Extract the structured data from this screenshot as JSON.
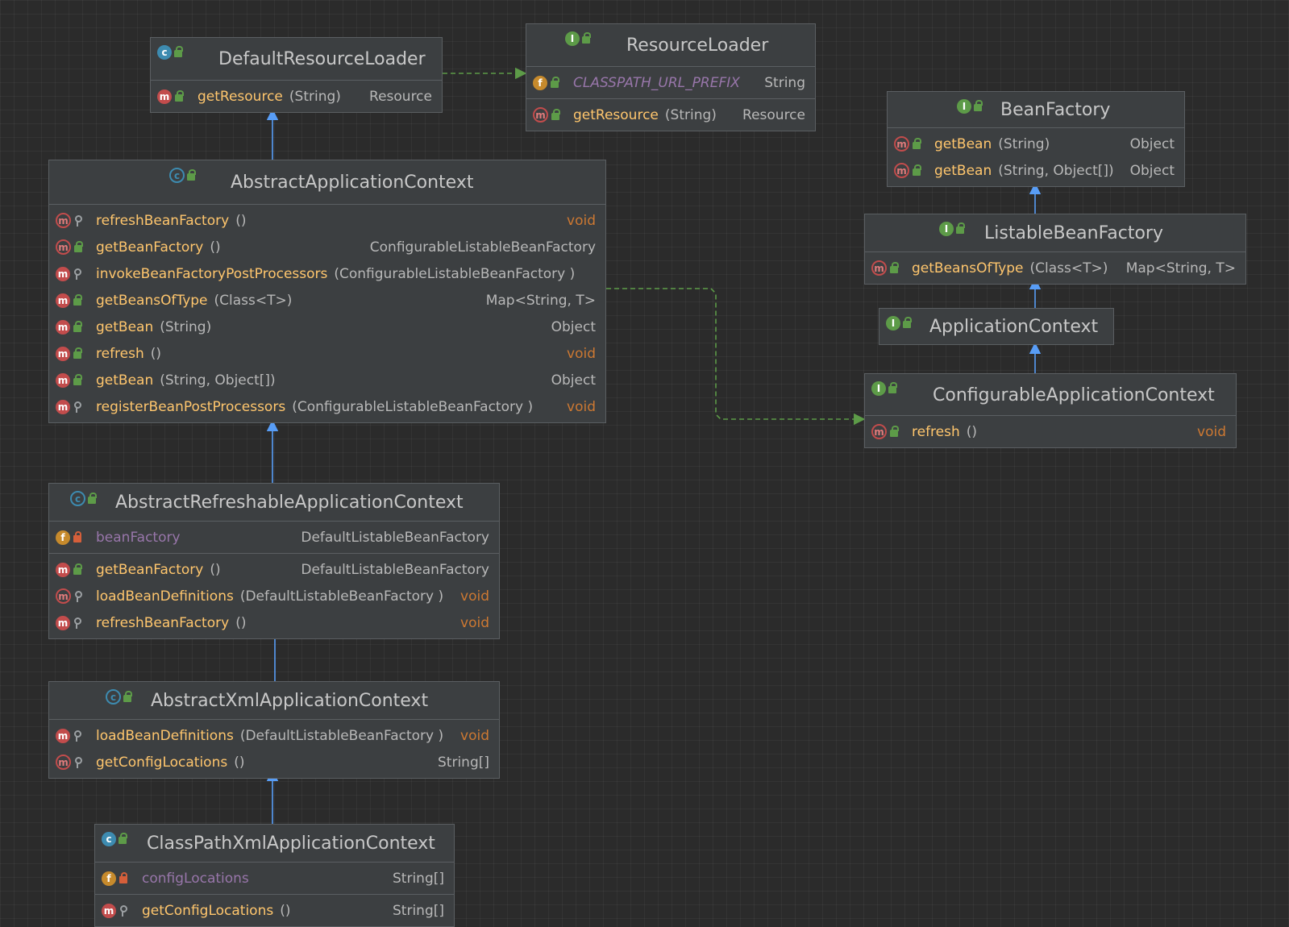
{
  "colors": {
    "background": "#2b2b2b",
    "node_bg": "#3c3f41",
    "method_name": "#ffc66d",
    "field_name": "#9876aa",
    "void_type": "#cc7832",
    "extends_arrow": "#589df6",
    "implements_arrow": "#5d9b48"
  },
  "nodes": [
    {
      "id": "DefaultResourceLoader",
      "kind": "class",
      "title": "DefaultResourceLoader",
      "sections": [
        [
          {
            "kind": "method",
            "vis": "public",
            "name": "getResource",
            "params": "(String)",
            "type": "Resource"
          }
        ]
      ]
    },
    {
      "id": "ResourceLoader",
      "kind": "interface",
      "title": "ResourceLoader",
      "sections": [
        [
          {
            "kind": "constant",
            "vis": "public",
            "name": "CLASSPATH_URL_PREFIX",
            "type": "String"
          }
        ],
        [
          {
            "kind": "abstract-method",
            "vis": "public",
            "name": "getResource",
            "params": "(String)",
            "type": "Resource"
          }
        ]
      ]
    },
    {
      "id": "BeanFactory",
      "kind": "interface",
      "title": "BeanFactory",
      "sections": [
        [
          {
            "kind": "abstract-method",
            "vis": "public",
            "name": "getBean",
            "params": "(String)",
            "type": "Object"
          },
          {
            "kind": "abstract-method",
            "vis": "public",
            "name": "getBean",
            "params": "(String, Object[])",
            "type": "Object"
          }
        ]
      ]
    },
    {
      "id": "ListableBeanFactory",
      "kind": "interface",
      "title": "ListableBeanFactory",
      "sections": [
        [
          {
            "kind": "abstract-method",
            "vis": "public",
            "name": "getBeansOfType",
            "params": "(Class<T>)",
            "type": "Map<String, T>"
          }
        ]
      ]
    },
    {
      "id": "ApplicationContext",
      "kind": "interface",
      "title": "ApplicationContext",
      "sections": []
    },
    {
      "id": "ConfigurableApplicationContext",
      "kind": "interface",
      "title": "ConfigurableApplicationContext",
      "sections": [
        [
          {
            "kind": "abstract-method",
            "vis": "public",
            "name": "refresh",
            "params": "()",
            "type": "void"
          }
        ]
      ]
    },
    {
      "id": "AbstractApplicationContext",
      "kind": "abstract-class",
      "title": "AbstractApplicationContext",
      "sections": [
        [
          {
            "kind": "abstract-method",
            "vis": "protected",
            "name": "refreshBeanFactory",
            "params": "()",
            "type": "void"
          },
          {
            "kind": "abstract-method",
            "vis": "public",
            "name": "getBeanFactory",
            "params": "()",
            "type": "ConfigurableListableBeanFactory"
          },
          {
            "kind": "method",
            "vis": "protected",
            "name": "invokeBeanFactoryPostProcessors",
            "params": "(ConfigurableListableBeanFactory )",
            "type": ""
          },
          {
            "kind": "method",
            "vis": "public",
            "name": "getBeansOfType",
            "params": "(Class<T>)",
            "type": "Map<String, T>"
          },
          {
            "kind": "method",
            "vis": "public",
            "name": "getBean",
            "params": "(String)",
            "type": "Object"
          },
          {
            "kind": "method",
            "vis": "public",
            "name": "refresh",
            "params": "()",
            "type": "void"
          },
          {
            "kind": "method",
            "vis": "public",
            "name": "getBean",
            "params": "(String, Object[])",
            "type": "Object"
          },
          {
            "kind": "method",
            "vis": "protected",
            "name": "registerBeanPostProcessors",
            "params": "(ConfigurableListableBeanFactory )",
            "type": "void"
          }
        ]
      ]
    },
    {
      "id": "AbstractRefreshableApplicationContext",
      "kind": "abstract-class",
      "title": "AbstractRefreshableApplicationContext",
      "sections": [
        [
          {
            "kind": "field",
            "vis": "private",
            "name": "beanFactory",
            "type": "DefaultListableBeanFactory"
          }
        ],
        [
          {
            "kind": "method",
            "vis": "public",
            "name": "getBeanFactory",
            "params": "()",
            "type": "DefaultListableBeanFactory"
          },
          {
            "kind": "abstract-method",
            "vis": "protected",
            "name": "loadBeanDefinitions",
            "params": "(DefaultListableBeanFactory )",
            "type": "void"
          },
          {
            "kind": "method",
            "vis": "protected",
            "name": "refreshBeanFactory",
            "params": "()",
            "type": "void"
          }
        ]
      ]
    },
    {
      "id": "AbstractXmlApplicationContext",
      "kind": "abstract-class",
      "title": "AbstractXmlApplicationContext",
      "sections": [
        [
          {
            "kind": "method",
            "vis": "protected",
            "name": "loadBeanDefinitions",
            "params": "(DefaultListableBeanFactory )",
            "type": "void"
          },
          {
            "kind": "abstract-method",
            "vis": "protected",
            "name": "getConfigLocations",
            "params": "()",
            "type": "String[]"
          }
        ]
      ]
    },
    {
      "id": "ClassPathXmlApplicationContext",
      "kind": "class",
      "title": "ClassPathXmlApplicationContext",
      "sections": [
        [
          {
            "kind": "field",
            "vis": "private",
            "name": "configLocations",
            "type": "String[]"
          }
        ],
        [
          {
            "kind": "method",
            "vis": "protected",
            "name": "getConfigLocations",
            "params": "()",
            "type": "String[]"
          }
        ]
      ]
    }
  ],
  "edges": [
    {
      "from": "DefaultResourceLoader",
      "to": "ResourceLoader",
      "type": "implements"
    },
    {
      "from": "AbstractApplicationContext",
      "to": "DefaultResourceLoader",
      "type": "extends"
    },
    {
      "from": "AbstractApplicationContext",
      "to": "ConfigurableApplicationContext",
      "type": "implements"
    },
    {
      "from": "ListableBeanFactory",
      "to": "BeanFactory",
      "type": "extends"
    },
    {
      "from": "ApplicationContext",
      "to": "ListableBeanFactory",
      "type": "extends"
    },
    {
      "from": "ConfigurableApplicationContext",
      "to": "ApplicationContext",
      "type": "extends"
    },
    {
      "from": "AbstractRefreshableApplicationContext",
      "to": "AbstractApplicationContext",
      "type": "extends"
    },
    {
      "from": "AbstractXmlApplicationContext",
      "to": "AbstractRefreshableApplicationContext",
      "type": "extends"
    },
    {
      "from": "ClassPathXmlApplicationContext",
      "to": "AbstractXmlApplicationContext",
      "type": "extends"
    }
  ]
}
